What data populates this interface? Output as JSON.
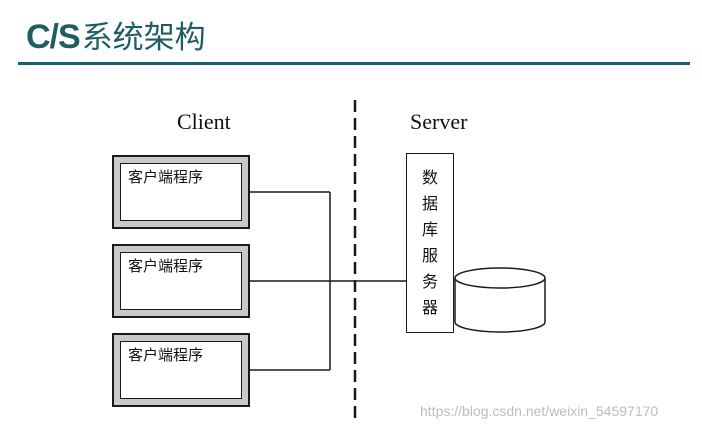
{
  "title": {
    "latin": "C/S",
    "cjk": "系统架构"
  },
  "diagram": {
    "client_caption": "Client",
    "server_caption": "Server",
    "clients": [
      {
        "label": "客户端程序"
      },
      {
        "label": "客户端程序"
      },
      {
        "label": "客户端程序"
      }
    ],
    "server_label_chars": [
      "数",
      "据",
      "库",
      "服",
      "务",
      "器"
    ],
    "database_icon": "cylinder-database-icon"
  },
  "watermark": "https://blog.csdn.net/weixin_54597170",
  "colors": {
    "title": "#1f5d63",
    "rule": "#1f5d63",
    "lines": "#1a1a1a",
    "box_shadow_gray": "#c9c9c9"
  }
}
